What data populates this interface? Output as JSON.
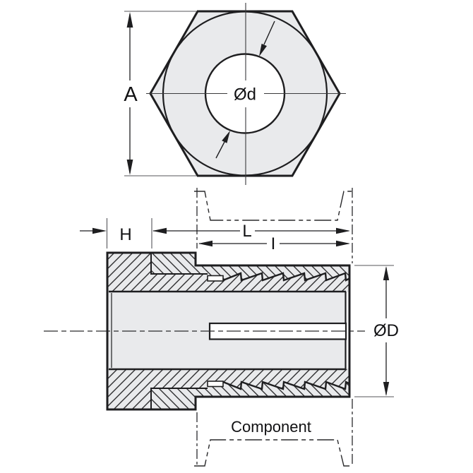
{
  "colors": {
    "ink": "#1e1e20",
    "hatch_line": "#2e2e30",
    "body_fill": "#e9eaec",
    "background": "#ffffff"
  },
  "top_view": {
    "across_flats_label": "A",
    "hole_diameter_label": "Ød"
  },
  "section_view": {
    "head_length_label": "H",
    "overall_length_label": "L",
    "insert_depth_label": "I",
    "outer_diameter_label": "ØD",
    "component_label": "Component"
  }
}
